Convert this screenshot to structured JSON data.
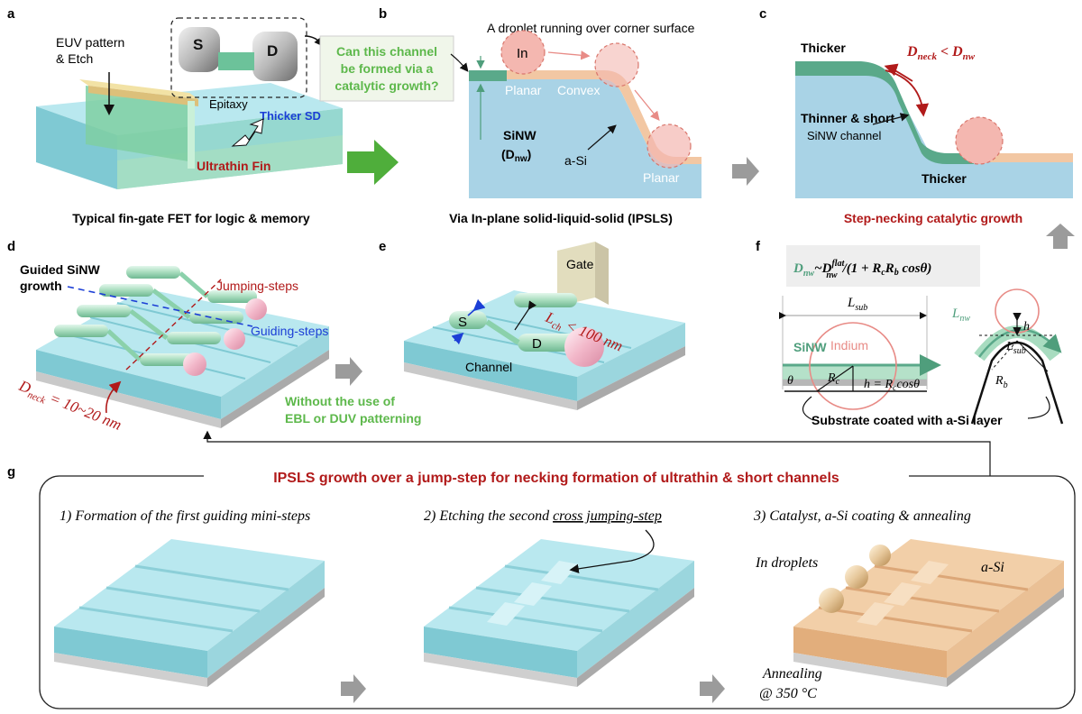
{
  "panels": {
    "a": {
      "letter": "a",
      "caption": "Typical fin-gate FET for logic & memory",
      "euv_line1": "EUV pattern",
      "euv_line2": "& Etch",
      "source_letter": "S",
      "drain_letter": "D",
      "question_line1": "Can this channel",
      "question_line2": "be formed via a",
      "question_line3": "catalytic growth?",
      "epitaxy": "Epitaxy",
      "thicker_sd": "Thicker SD",
      "ultrathin_fin": "Ultrathin Fin"
    },
    "b": {
      "letter": "b",
      "caption": "Via In-plane solid-liquid-solid (IPSLS)",
      "droplet_title": "A droplet running over corner surface",
      "indium": "In",
      "planar_left": "Planar",
      "convex": "Convex",
      "sinw_line1": "SiNW",
      "sinw_line2": "(D",
      "sinw_sub": "nw",
      "sinw_close": ")",
      "asi": "a-Si",
      "planar_right": "Planar"
    },
    "c": {
      "letter": "c",
      "caption": "Step-necking catalytic growth",
      "thicker_top": "Thicker",
      "thinner_line1": "Thinner & short",
      "thinner_line2": "SiNW channel",
      "thicker_bottom": "Thicker",
      "neck_D1": "D",
      "neck_sub1": "neck",
      "neck_lt": " < ",
      "neck_D2": "D",
      "neck_sub2": "nw"
    },
    "d": {
      "letter": "d",
      "title_line1": "Guided SiNW",
      "title_line2": "growth",
      "jumping_steps": "Jumping-steps",
      "guiding_steps": "Guiding-steps",
      "dneck_D": "D",
      "dneck_sub": "neck",
      "dneck_val": " = 10~20 nm"
    },
    "e": {
      "letter": "e",
      "gate": "Gate",
      "source": "S",
      "channel": "Channel",
      "drain": "D",
      "lch_L": "L",
      "lch_sub": "ch",
      "lch_val": " < 100 nm",
      "note_line1": "Without the use of",
      "note_line2": "EBL or DUV patterning"
    },
    "f": {
      "letter": "f",
      "eq_D": "D",
      "eq_sub": "nw",
      "eq_rest": "~D",
      "eq_sup": "flat",
      "eq_sub2": "nw",
      "eq_tail": "/(1 + ",
      "eq_Rc": "R",
      "eq_Rc_sub": "c",
      "eq_Rb": "R",
      "eq_Rb_sub": "b",
      "eq_cos": " cosθ)",
      "lsub_L": "L",
      "lsub_sub": "sub",
      "sinw": "SiNW",
      "indium": "Indium",
      "theta": "θ",
      "rc_R": "R",
      "rc_sub": "c",
      "h_eq": "h = R",
      "h_eq_sub": "c",
      "h_eq_tail": "cosθ",
      "lnw_L": "L",
      "lnw_sub": "nw",
      "h": "h",
      "lsub2_L": "L",
      "lsub2_sub": "sub",
      "rb_R": "R",
      "rb_sub": "b",
      "substrate_note": "Substrate coated with a-Si layer"
    },
    "g": {
      "letter": "g",
      "title": "IPSLS growth over a jump-step for necking formation of ultrathin & short channels",
      "step1": "1) Formation of the first guiding mini-steps",
      "step2_prefix": "2) Etching the second ",
      "step2_underlined": "cross jumping-step",
      "step3": "3) Catalyst, a-Si coating & annealing",
      "in_droplets": "In droplets",
      "asi": "a-Si",
      "annealing_line1": "Annealing",
      "annealing_line2": "@ 350 °C"
    }
  },
  "colors": {
    "cyan_top": "#b9e8ef",
    "cyan_side": "#7fc9d3",
    "green_nw": "#5aa98a",
    "light_green": "#a8dcc0",
    "indium_pink": "#f4b7b0",
    "dark_red": "#b11a1a",
    "blue_text": "#1c3fd6",
    "green_text": "#5db84b",
    "substrate_blue": "#a9d3e6",
    "asi_orange": "#e7b98d",
    "arrow_grey": "#9b9b9b",
    "arrow_green": "#4fae3b"
  }
}
